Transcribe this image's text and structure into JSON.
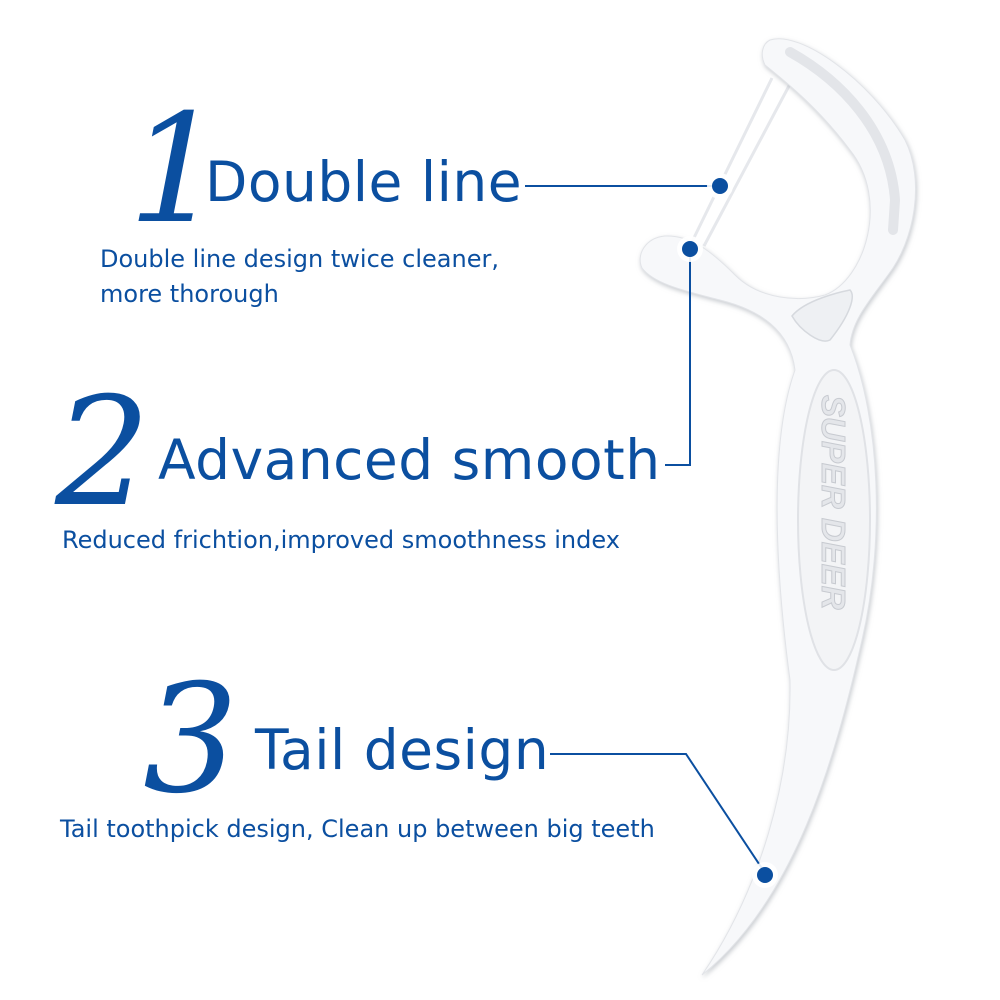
{
  "accent_color": "#0b4fa0",
  "product_brand": "SUPER DEER",
  "features": [
    {
      "number": "1",
      "title": "Double line",
      "description_lines": [
        "Double line design twice cleaner,",
        "more thorough"
      ]
    },
    {
      "number": "2",
      "title": "Advanced smooth",
      "description_lines": [
        "Reduced frichtion,improved smoothness index"
      ]
    },
    {
      "number": "3",
      "title": "Tail design",
      "description_lines": [
        "Tail toothpick design, Clean up between big teeth"
      ]
    }
  ]
}
